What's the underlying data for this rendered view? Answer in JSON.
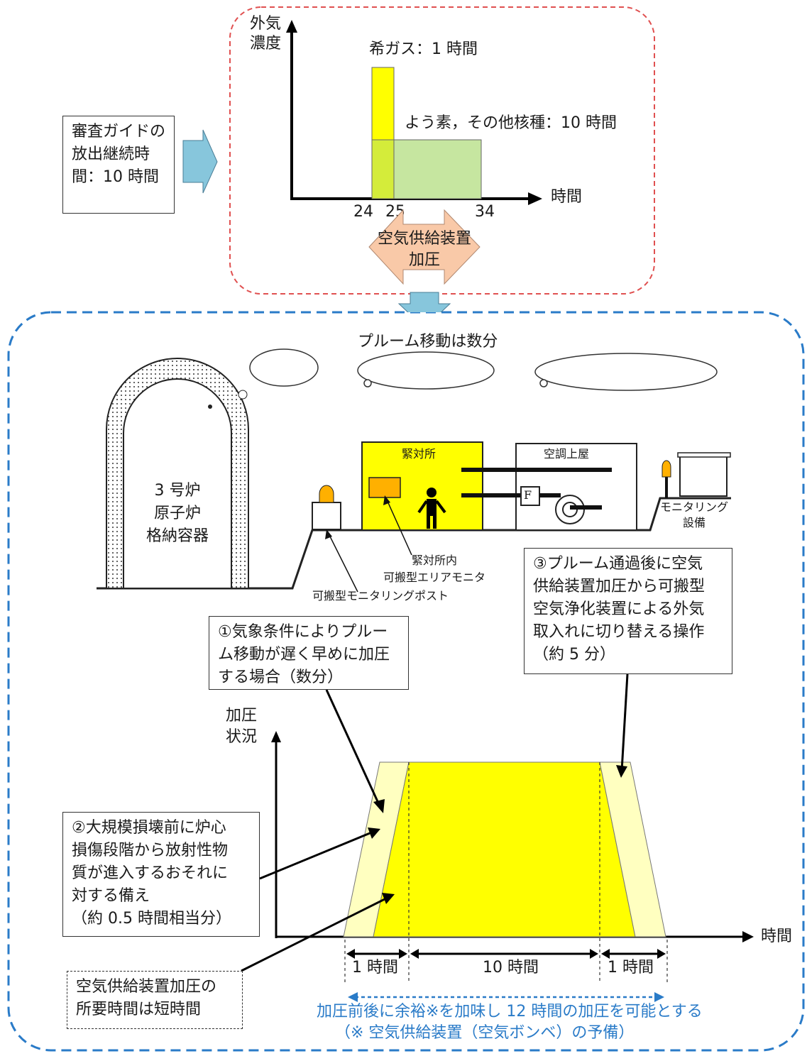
{
  "top_chart": {
    "y_label": "外気\n濃度",
    "x_label": "時間",
    "noble_gas_label": "希ガス：1 時間",
    "iodine_label": "よう素，その他核種：10 時間",
    "ticks": [
      "24",
      "25",
      "34"
    ]
  },
  "guide_box": "審査ガイドの\n放出継続時\n間：10 時間",
  "pressurize_arrow_label": "空気供給装置\n加圧",
  "plume_move": "プルーム移動は数分",
  "reactor_label": "3 号炉\n原子炉\n格納容器",
  "emergency_office": "緊対所",
  "hvac_house": "空調上屋",
  "fan_letter": "F",
  "monitoring_equipment": "モニタリング\n設備",
  "area_monitor_label": "緊対所内\n可搬型エリアモニタ",
  "monitoring_post_label": "可搬型モニタリングポスト",
  "note1": "①気象条件によりプルー\nム移動が遅く早めに加圧\nする場合（数分）",
  "note2": "②大規模損壊前に炉心\n損傷段階から放射性物\n質が進入するおそれに\n対する備え\n（約 0.5 時間相当分）",
  "note3": "③プルーム通過後に空気\n供給装置加圧から可搬型\n空気浄化装置による外気\n取入れに切り替える操作\n（約 5 分）",
  "note4": "空気供給装置加圧の\n所要時間は短時間",
  "bottom_chart": {
    "y_label": "加圧\n状況",
    "x_label": "時間",
    "seg1": "1 時間",
    "seg2": "10 時間",
    "seg3": "1 時間"
  },
  "footer_line1": "加圧前後に余裕※を加味し 12 時間の加圧を可能とする",
  "footer_line2": "（※ 空気供給装置（空気ボンベ）の予備）",
  "colors": {
    "yellow": "#ffff00",
    "light_yellow": "#ffffc0",
    "light_green": "#c6e6a0",
    "yellow_green": "#d4ec3a",
    "arrow_blue": "#87c6dc",
    "arrow_peach": "#f9c9a8",
    "orange": "#ffb000",
    "red_dash": "#e05050",
    "blue_dash": "#2a7bc8"
  }
}
